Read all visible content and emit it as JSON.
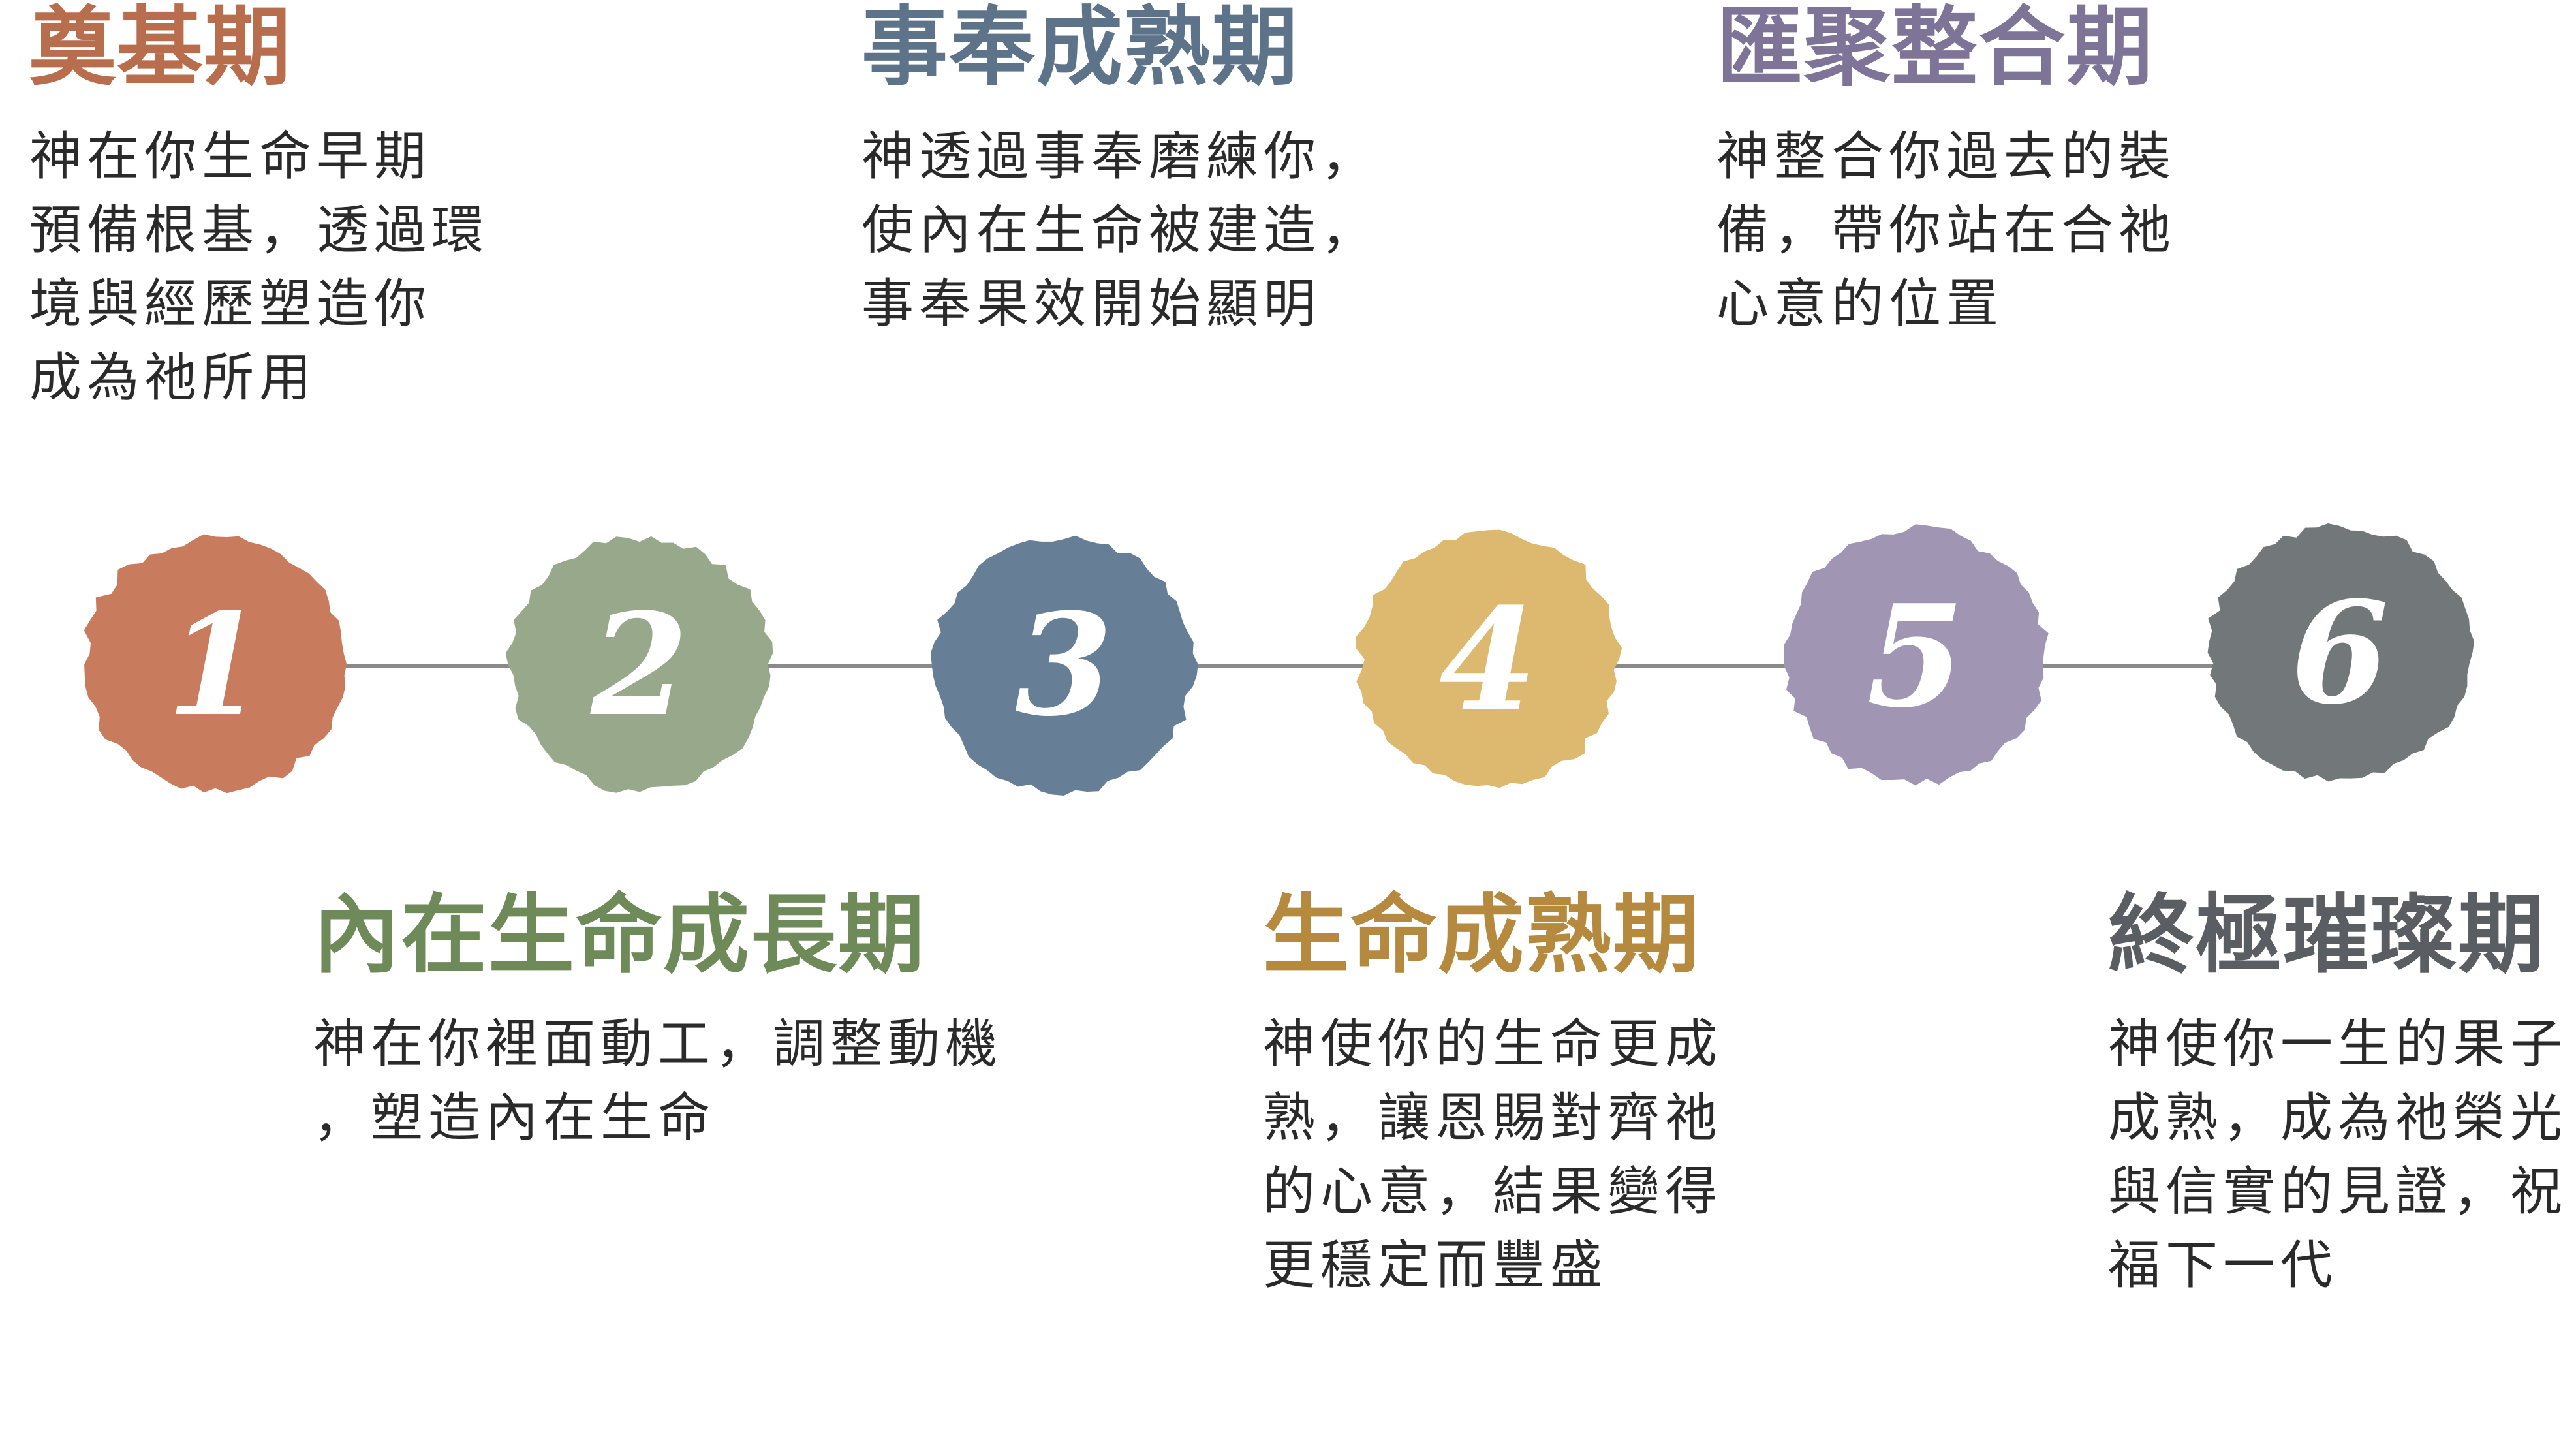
{
  "stages": [
    {
      "number": "1",
      "title": "奠基期",
      "title_color": "#b86e4d",
      "blob_color": "#c87b5d",
      "desc_lines": [
        "神在你生命早期",
        "預備根基，透過環",
        "境與經歷塑造你",
        "成為祂所用"
      ]
    },
    {
      "number": "2",
      "title": "內在生命成長期",
      "title_color": "#6e8a58",
      "blob_color": "#98a88a",
      "desc_lines": [
        "神在你裡面動工，調整動機",
        "，塑造內在生命"
      ]
    },
    {
      "number": "3",
      "title": "事奉成熟期",
      "title_color": "#5d7389",
      "blob_color": "#667f96",
      "desc_lines": [
        "神透過事奉磨練你，",
        "使內在生命被建造，",
        "事奉果效開始顯明"
      ]
    },
    {
      "number": "4",
      "title": "生命成熟期",
      "title_color": "#b58a3f",
      "blob_color": "#ddb86f",
      "desc_lines": [
        "神使你的生命更成",
        "熟，讓恩賜對齊祂",
        "的心意，結果變得",
        "更穩定而豐盛"
      ]
    },
    {
      "number": "5",
      "title": "匯聚整合期",
      "title_color": "#7d7497",
      "blob_color": "#a096b3",
      "desc_lines": [
        "神整合你過去的裝",
        "備，帶你站在合祂",
        "心意的位置"
      ]
    },
    {
      "number": "6",
      "title": "終極璀璨期",
      "title_color": "#5a5e62",
      "blob_color": "#727779",
      "desc_lines": [
        "神使你一生的果子",
        "成熟，成為祂榮光",
        "與信實的見證，祝",
        "福下一代"
      ]
    }
  ]
}
